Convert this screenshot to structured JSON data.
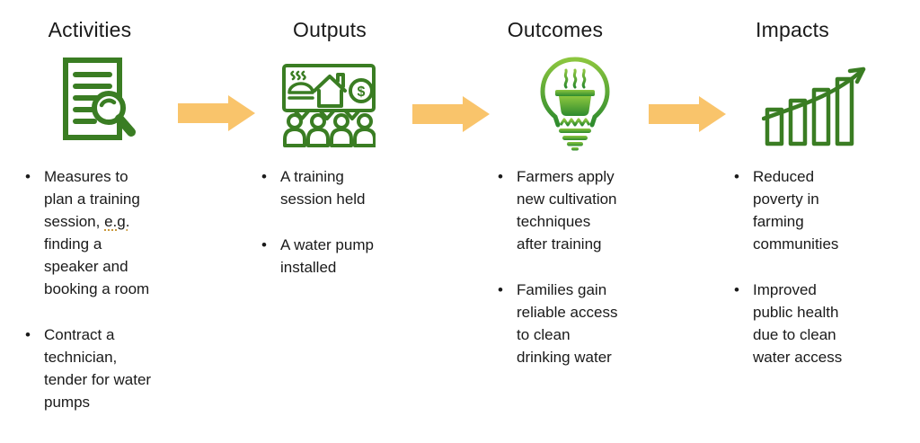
{
  "palette": {
    "background": "#FFFFFF",
    "icon_green": "#3A7D23",
    "icon_green_light": "#8CC63F",
    "icon_green_dark": "#2E8B2E",
    "arrow_orange": "#F9C46B",
    "text_color": "#1A1A1A",
    "spellcheck_underline": "#C9983C"
  },
  "columns": [
    {
      "title": "Activities",
      "icon": "document-search-icon",
      "bullets": [
        {
          "pre": "Measures to plan a training session, ",
          "underlined": "e.g.",
          "post": " finding a speaker and booking a room"
        },
        {
          "text": "Contract a technician, tender for water pumps"
        }
      ]
    },
    {
      "title": "Outputs",
      "icon": "community-needs-icon",
      "bullets": [
        {
          "text": "A training session held"
        },
        {
          "text": "A water pump installed"
        }
      ]
    },
    {
      "title": "Outcomes",
      "icon": "lightbulb-cooking-pot-icon",
      "bullets": [
        {
          "text": "Farmers apply new cultivation techniques after training"
        },
        {
          "text": "Families gain reliable access to clean drinking water"
        }
      ]
    },
    {
      "title": "Impacts",
      "icon": "growth-chart-icon",
      "bullets": [
        {
          "text": "Reduced poverty in farming communities"
        },
        {
          "text": "Improved public health due to clean water access"
        }
      ]
    }
  ],
  "connectors": [
    {
      "icon": "right-block-arrow"
    },
    {
      "icon": "right-block-arrow"
    },
    {
      "icon": "right-block-arrow"
    }
  ]
}
